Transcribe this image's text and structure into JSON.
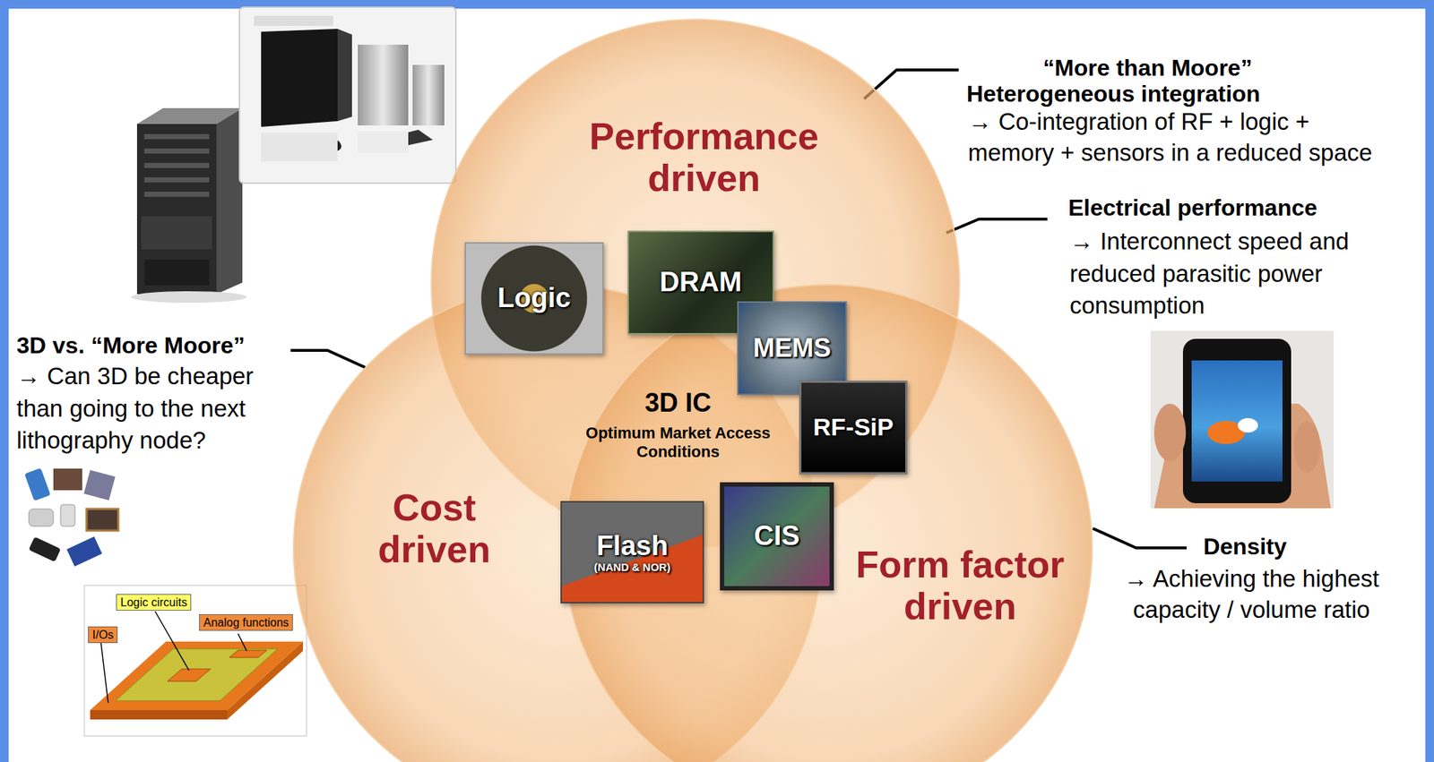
{
  "diagram": {
    "nodes": [
      {
        "text": [
          "Performance driven"
        ]
      },
      {
        "text": [
          "Cost driven"
        ]
      },
      {
        "text": [
          "Form factor driven"
        ]
      },
      {
        "text": [
          "Logic"
        ]
      },
      {
        "text": [
          "DRAM"
        ]
      },
      {
        "text": [
          "MEMS"
        ]
      },
      {
        "text": [
          "RF-SiP"
        ]
      },
      {
        "text": [
          "Flash",
          "(NAND & NOR)"
        ]
      },
      {
        "text": [
          "CIS"
        ]
      },
      {
        "text": [
          "Logic circuits"
        ]
      },
      {
        "text": [
          "I/Os"
        ]
      },
      {
        "text": [
          "Analog functions"
        ]
      }
    ],
    "labels": [
      "“More than Moore”",
      "Heterogeneous integration",
      "→ Co-integration of RF + logic + memory + sensors in a reduced space",
      "Electrical performance",
      "→ Interconnect speed and reduced parasitic power consumption",
      "3D vs. “More Moore”",
      "→ Can 3D be cheaper than going to the next lithography node?",
      "Density",
      "→ Achieving the highest capacity / volume ratio",
      "3D IC",
      "Optimum Market Access Conditions"
    ]
  }
}
